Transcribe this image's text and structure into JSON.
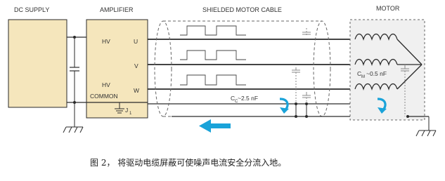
{
  "blocks": {
    "dc_supply": "DC SUPPLY",
    "amplifier": "AMPLIFIER",
    "cable": "SHIELDED MOTOR CABLE",
    "motor": "MOTOR"
  },
  "amp_labels": {
    "hv_top": "HV",
    "hv_bottom": "HV",
    "common": "COMMON",
    "u": "U",
    "v": "V",
    "w": "W",
    "j_main": "J",
    "j_sub": "1"
  },
  "capacitances": {
    "cc_main": "C",
    "cc_sub": "C",
    "cc_value": "~2.5 nF",
    "cm_main": "C",
    "cm_sub": "M",
    "cm_value": "~0.5 nF"
  },
  "caption": "图 2， 将驱动电缆屏蔽可使噪声电流安全分流入地。",
  "colors": {
    "fill_block": "#f5e6bc",
    "wire": "#2a2a2a",
    "dashed": "#666666",
    "arrow_blue": "#1aa3d9",
    "motor_fill": "#f0f0f0"
  }
}
